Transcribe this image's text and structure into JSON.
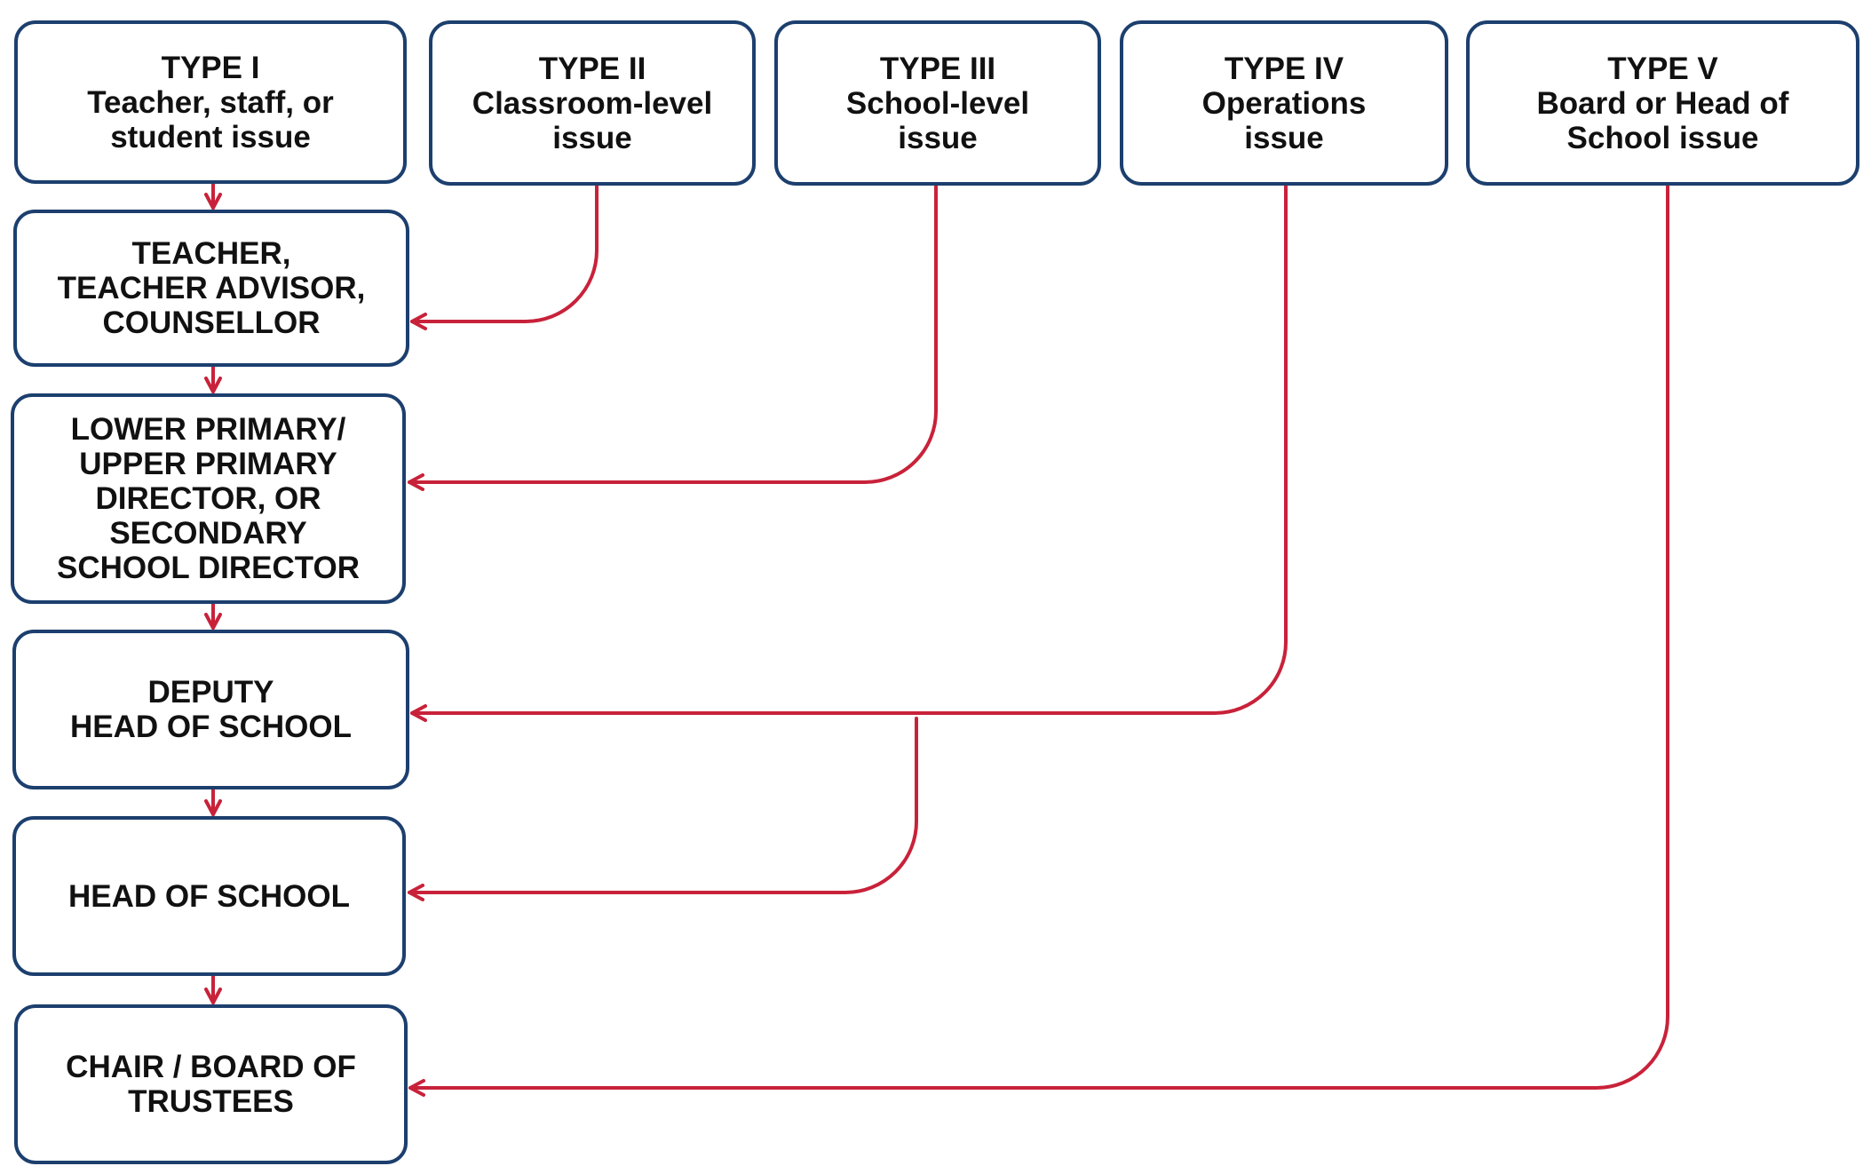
{
  "colors": {
    "box_border": "#1c3f6e",
    "connector": "#c8223a",
    "text": "#111111",
    "background": "#ffffff"
  },
  "issue_types": [
    {
      "label": "TYPE I",
      "lines": [
        "Teacher, staff, or",
        "student issue"
      ]
    },
    {
      "label": "TYPE II",
      "lines": [
        "Classroom-level",
        "issue"
      ]
    },
    {
      "label": "TYPE III",
      "lines": [
        "School-level",
        "issue"
      ]
    },
    {
      "label": "TYPE IV",
      "lines": [
        "Operations",
        "issue"
      ]
    },
    {
      "label": "TYPE V",
      "lines": [
        "Board or Head of",
        "School issue"
      ]
    }
  ],
  "escalation_levels": [
    {
      "lines": [
        "TEACHER,",
        "TEACHER ADVISOR,",
        "COUNSELLOR"
      ]
    },
    {
      "lines": [
        "LOWER PRIMARY/",
        "UPPER PRIMARY",
        "DIRECTOR, OR",
        "SECONDARY",
        "SCHOOL DIRECTOR"
      ]
    },
    {
      "lines": [
        "DEPUTY",
        "HEAD OF SCHOOL"
      ]
    },
    {
      "lines": [
        "HEAD OF SCHOOL"
      ]
    },
    {
      "lines": [
        "CHAIR / BOARD OF",
        "TRUSTEES"
      ]
    }
  ]
}
